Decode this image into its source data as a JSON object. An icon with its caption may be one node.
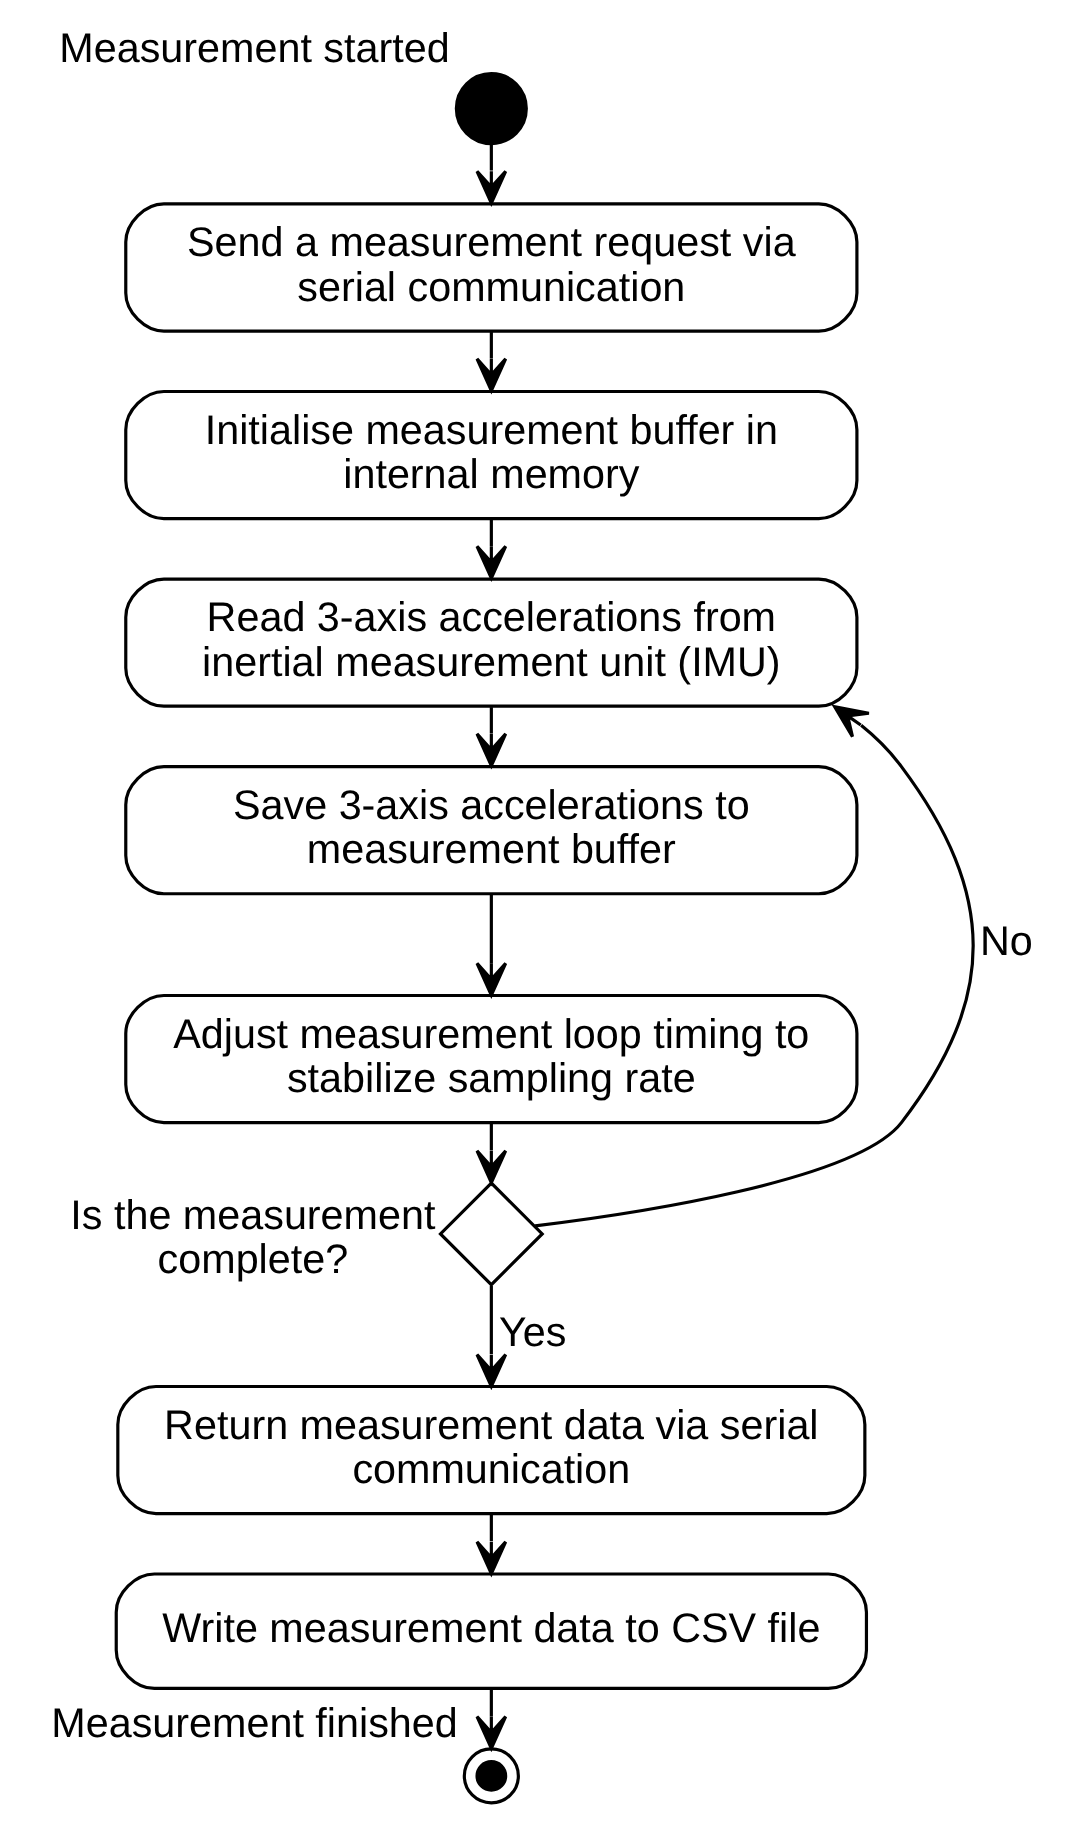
{
  "diagram": {
    "nodes": [
      {
        "text": [],
        "shape": "circle",
        "beside": [
          "Measurement started"
        ]
      },
      {
        "text": [
          "Send a measurement request via serial communication"
        ]
      },
      {
        "text": [
          "Initialise measurement buffer in internal memory"
        ]
      },
      {
        "text": [
          "Read 3-axis accelerations from inertial measurement unit (IMU)"
        ]
      },
      {
        "text": [
          "Save 3-axis accelerations to measurement buffer"
        ]
      },
      {
        "text": [
          "Adjust measurement loop timing to stabilize sampling rate"
        ]
      },
      {
        "text": [],
        "shape": "diamond",
        "beside": [
          "Is the measurement complete?"
        ]
      },
      {
        "text": [
          "Return measurement data via serial communication"
        ]
      },
      {
        "text": [
          "Write measurement data to CSV file"
        ]
      },
      {
        "text": [],
        "shape": "circle",
        "beside": [
          "Measurement finished"
        ]
      }
    ],
    "edges": [
      {
        "from": 0,
        "to": 1,
        "arrow": "to"
      },
      {
        "from": 1,
        "to": 2,
        "arrow": "to"
      },
      {
        "from": 2,
        "to": 3,
        "arrow": "to"
      },
      {
        "from": 3,
        "to": 4,
        "arrow": "to"
      },
      {
        "from": 4,
        "to": 5,
        "arrow": "to"
      },
      {
        "from": 5,
        "to": 6,
        "arrow": "to"
      },
      {
        "from": 6,
        "to": 7,
        "label": "Yes",
        "arrow": "to"
      },
      {
        "from": 6,
        "to": 3,
        "label": "No",
        "arrow": "to"
      },
      {
        "from": 7,
        "to": 8,
        "arrow": "to"
      },
      {
        "from": 8,
        "to": 9,
        "arrow": "to"
      }
    ]
  }
}
